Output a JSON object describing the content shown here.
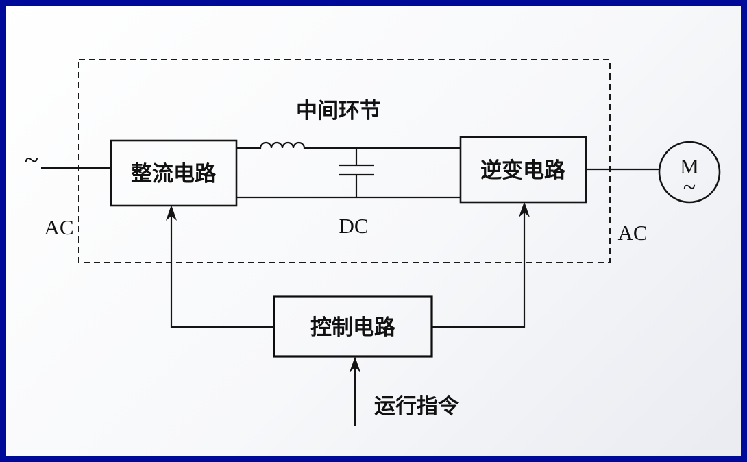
{
  "diagram": {
    "description": "Variable frequency drive (inverter) block diagram",
    "labels": {
      "intermediate": "中间环节",
      "rectifier": "整流电路",
      "inverter": "逆变电路",
      "control": "控制电路",
      "run_command": "运行指令",
      "dc": "DC",
      "ac_left": "AC",
      "ac_right": "AC",
      "input_tilde": "~",
      "motor_m": "M",
      "motor_tilde": "~"
    },
    "colors": {
      "frame": "#000a99",
      "line": "#141414",
      "background_start": "#ffffff",
      "background_end": "#e9ebf1"
    }
  }
}
